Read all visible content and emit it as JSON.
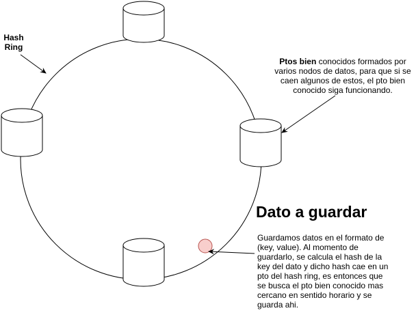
{
  "labels": {
    "hash_ring_line1": "Hash",
    "hash_ring_line2": "Ring",
    "ptos_bold": "Ptos bien",
    "ptos_rest": " conocidos formados por varios nodos de datos, para que si se caen algunos de estos, el pto bien conocido siga funcionando.",
    "dato_title": "Dato a guardar",
    "dato_text": "Guardamos datos en el formato de (key, value). Al momento de guardarlo, se calcula el hash de la key del dato y dicho hash cae en un pto del hash ring, es entonces que se busca el pto bien conocido mas cercano en sentido horario y se guarda ahi."
  },
  "colors": {
    "stroke": "#000000",
    "background": "#ffffff",
    "data_point_fill": "#f8cecc",
    "data_point_stroke": "#b85450"
  },
  "nodes": [
    "node-top",
    "node-left",
    "node-right",
    "node-bottom"
  ]
}
